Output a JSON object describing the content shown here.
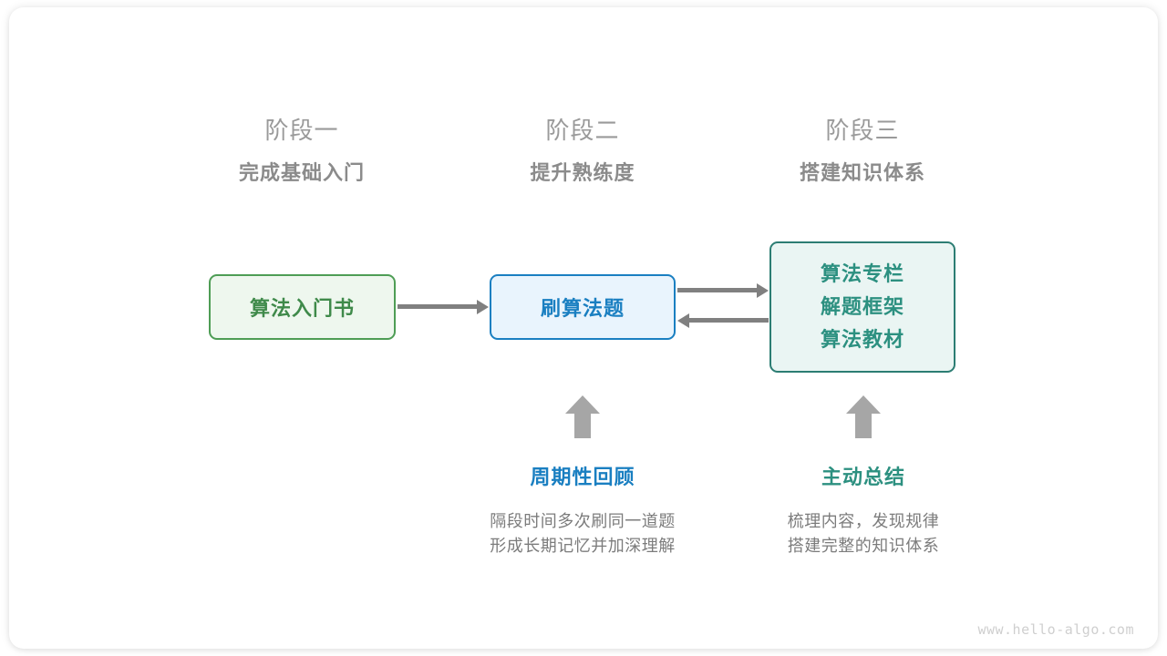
{
  "stages": [
    {
      "num": "阶段一",
      "title": "完成基础入门"
    },
    {
      "num": "阶段二",
      "title": "提升熟练度"
    },
    {
      "num": "阶段三",
      "title": "搭建知识体系"
    }
  ],
  "nodes": {
    "book": {
      "label": "算法入门书",
      "border_color": "#4e9d55",
      "fill_color": "#eef7ee",
      "text_color": "#3f8a4a"
    },
    "practice": {
      "label": "刷算法题",
      "border_color": "#1a7fc1",
      "fill_color": "#e9f4fd",
      "text_color": "#1a7fc1"
    },
    "resources": {
      "lines": [
        "算法专栏",
        "解题框架",
        "算法教材"
      ],
      "border_color": "#2c7d73",
      "fill_color": "#eaf5f3",
      "text_color": "#2c9080"
    }
  },
  "arrows": {
    "color": "#808080",
    "book_to_practice": "right",
    "practice_to_resources": "right",
    "resources_to_practice": "left",
    "up_arrow_color": "#a6a6a6"
  },
  "notes": [
    {
      "title": "周期性回顾",
      "title_color": "#1a7fc1",
      "desc": [
        "隔段时间多次刷同一道题",
        "形成长期记忆并加深理解"
      ]
    },
    {
      "title": "主动总结",
      "title_color": "#2c9080",
      "desc": [
        "梳理内容，发现规律",
        "搭建完整的知识体系"
      ]
    }
  ],
  "watermark": "www.hello-algo.com"
}
